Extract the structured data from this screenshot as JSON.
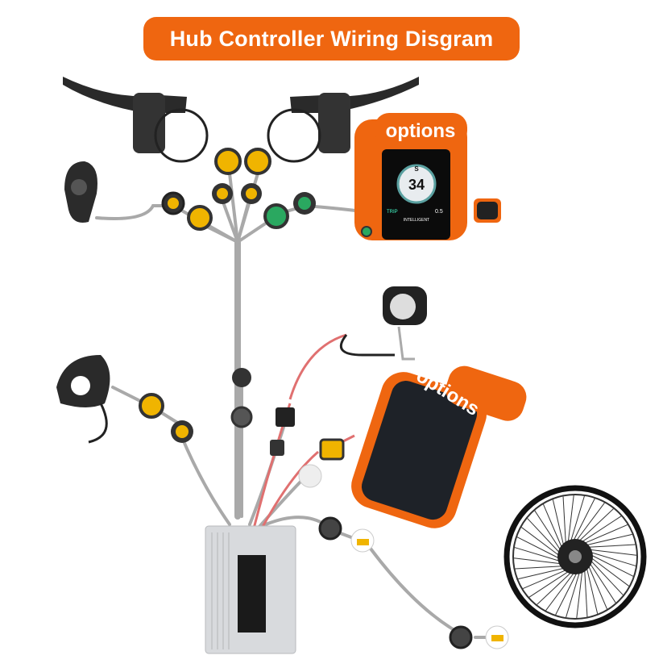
{
  "title": "Hub Controller Wiring Disgram",
  "colors": {
    "accent_orange": "#ef6610",
    "connector_yellow": "#f0b400",
    "connector_green": "#2aa860",
    "wire_gray": "#a9a9a9",
    "wire_red": "#e07070",
    "controller_silver": "#d8dadd"
  },
  "display_option": {
    "badge": "options",
    "speed": "34",
    "mode": "S",
    "trip_label": "TRIP",
    "trip_value": "0.5",
    "brand": "INTELLIGENT"
  },
  "battery_option": {
    "badge": "options"
  }
}
